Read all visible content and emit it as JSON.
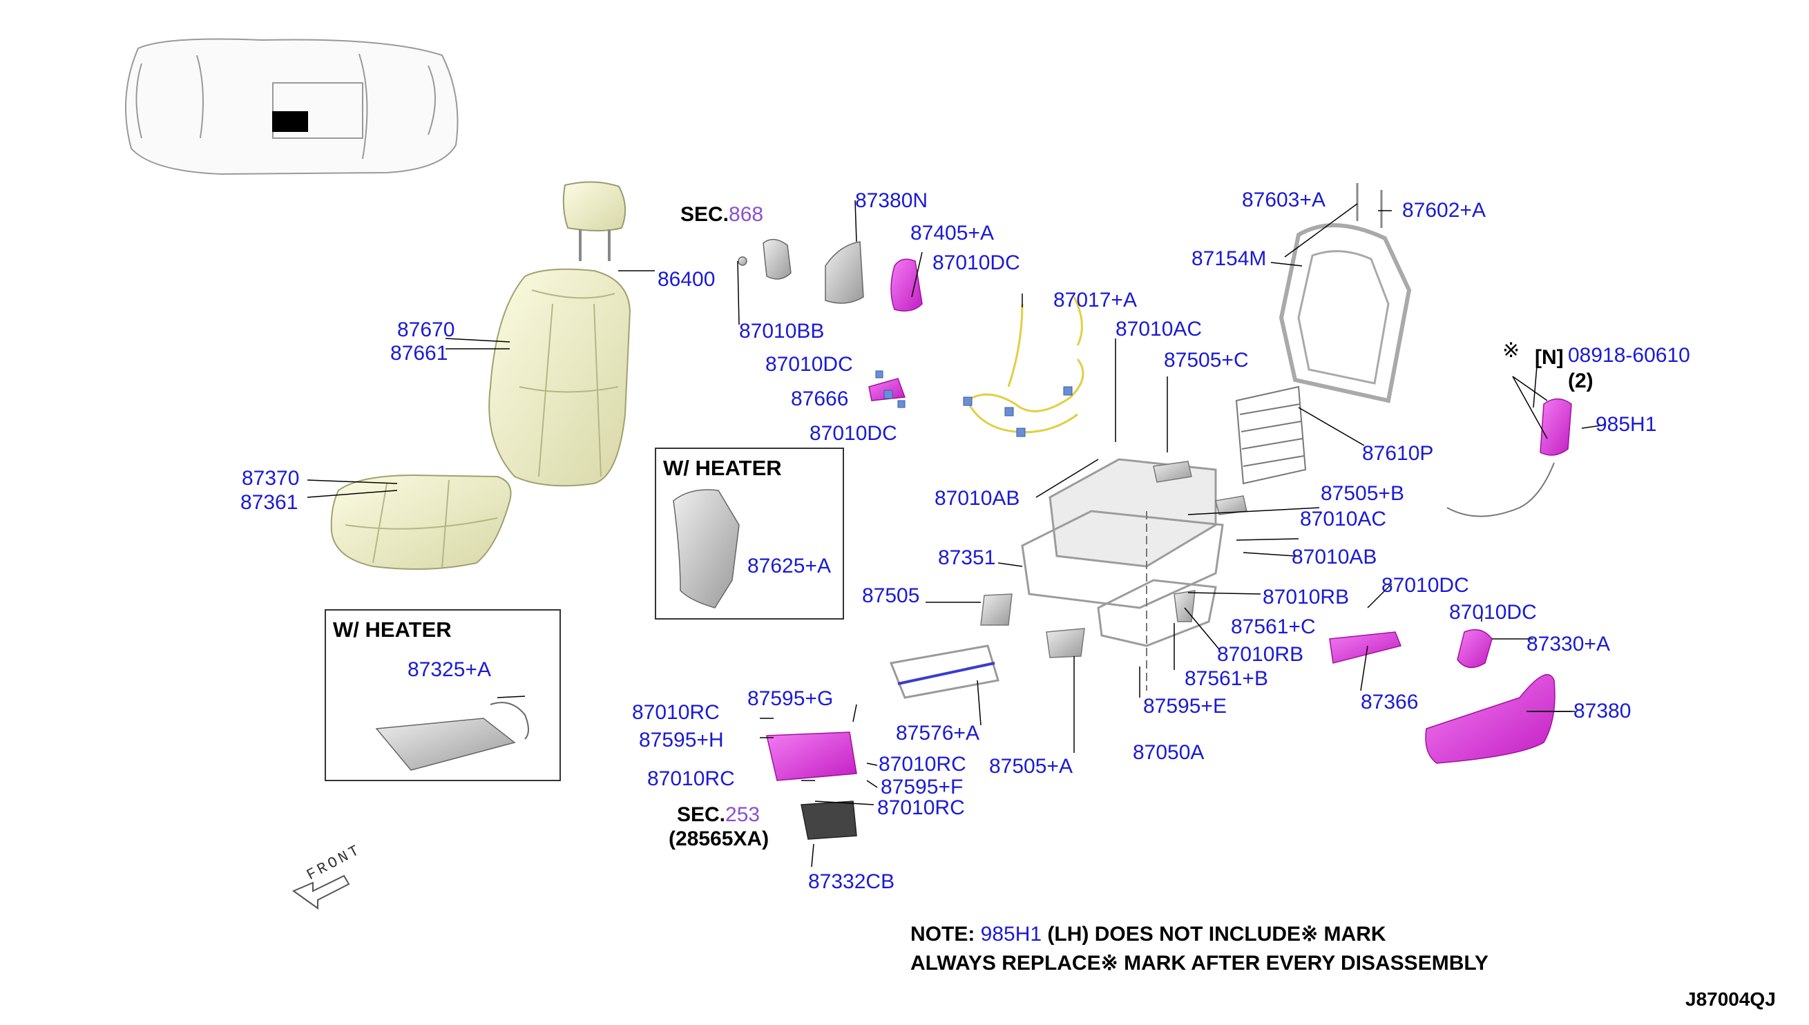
{
  "diagram_id": "J87004QJ",
  "front_label": "FRONT",
  "callouts": {
    "p87380N": "87380N",
    "p87405A": "87405+A",
    "p87010DC_a": "87010DC",
    "p86400": "86400",
    "p87670": "87670",
    "p87661": "87661",
    "p87010BB": "87010BB",
    "p87010DC_b": "87010DC",
    "p87666": "87666",
    "p87010DC_c": "87010DC",
    "p87017A": "87017+A",
    "p87010AC_a": "87010AC",
    "p87505C": "87505+C",
    "p87603A": "87603+A",
    "p87602A": "87602+A",
    "p87154M": "87154M",
    "p87610P": "87610P",
    "p08918": "08918-60610",
    "p985H1": "985H1",
    "p87370": "87370",
    "p87361": "87361",
    "p87625A": "87625+A",
    "p87010AB_a": "87010AB",
    "p87505B": "87505+B",
    "p87010AC_b": "87010AC",
    "p87010AB_b": "87010AB",
    "p87351": "87351",
    "p87505": "87505",
    "p87010RB_a": "87010RB",
    "p87561C": "87561+C",
    "p87010RB_b": "87010RB",
    "p87561B": "87561+B",
    "p87010DC_d": "87010DC",
    "p87010DC_e": "87010DC",
    "p87330A": "87330+A",
    "p87366": "87366",
    "p87380": "87380",
    "p87325A": "87325+A",
    "p87595G": "87595+G",
    "p87010RC_a": "87010RC",
    "p87595H": "87595+H",
    "p87576A": "87576+A",
    "p87010RC_b": "87010RC",
    "p87010RC_c": "87010RC",
    "p87595F": "87595+F",
    "p87010RC_d": "87010RC",
    "p87505A": "87505+A",
    "p87595E": "87595+E",
    "p87050A": "87050A",
    "p87332CB": "87332CB"
  },
  "black_labels": {
    "mark_n": "[N]",
    "mark_symbol": "※",
    "qty": "(2)",
    "sec253_sub": "(28565XA)"
  },
  "sections": {
    "sec868": {
      "prefix": "SEC.",
      "value": "868"
    },
    "sec253": {
      "prefix": "SEC.",
      "value": "253"
    }
  },
  "heater_boxes": {
    "box1_title": "W/ HEATER",
    "box2_title": "W/ HEATER"
  },
  "note": {
    "line1_prefix": "NOTE: ",
    "line1_link": "985H1",
    "line1_rest": " (LH)  DOES NOT INCLUDE※  MARK",
    "line2": "ALWAYS REPLACE※ MARK AFTER EVERY DISASSEMBLY"
  },
  "colors": {
    "callout": "#1a1ad6",
    "section_link": "#8a4fd6",
    "highlight_part": "#e040e0",
    "cushion": "#f0f0c8",
    "frame": "#d8d8d8"
  }
}
